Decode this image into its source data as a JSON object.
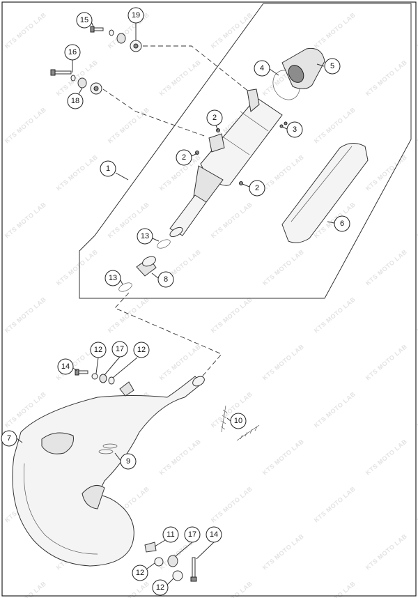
{
  "diagram": {
    "watermark": "KTS MOTO LAB",
    "callouts": [
      {
        "id": "c15",
        "label": "15"
      },
      {
        "id": "c19",
        "label": "19"
      },
      {
        "id": "c16",
        "label": "16"
      },
      {
        "id": "c18",
        "label": "18"
      },
      {
        "id": "c4",
        "label": "4"
      },
      {
        "id": "c5",
        "label": "5"
      },
      {
        "id": "c2a",
        "label": "2"
      },
      {
        "id": "c3",
        "label": "3"
      },
      {
        "id": "c2b",
        "label": "2"
      },
      {
        "id": "c1",
        "label": "1"
      },
      {
        "id": "c2c",
        "label": "2"
      },
      {
        "id": "c6",
        "label": "6"
      },
      {
        "id": "c13a",
        "label": "13"
      },
      {
        "id": "c13b",
        "label": "13"
      },
      {
        "id": "c8",
        "label": "8"
      },
      {
        "id": "c14a",
        "label": "14"
      },
      {
        "id": "c12a",
        "label": "12"
      },
      {
        "id": "c17a",
        "label": "17"
      },
      {
        "id": "c12b",
        "label": "12"
      },
      {
        "id": "c10",
        "label": "10"
      },
      {
        "id": "c7",
        "label": "7"
      },
      {
        "id": "c9",
        "label": "9"
      },
      {
        "id": "c11",
        "label": "11"
      },
      {
        "id": "c17b",
        "label": "17"
      },
      {
        "id": "c14b",
        "label": "14"
      },
      {
        "id": "c12c",
        "label": "12"
      },
      {
        "id": "c12d",
        "label": "12"
      }
    ]
  }
}
